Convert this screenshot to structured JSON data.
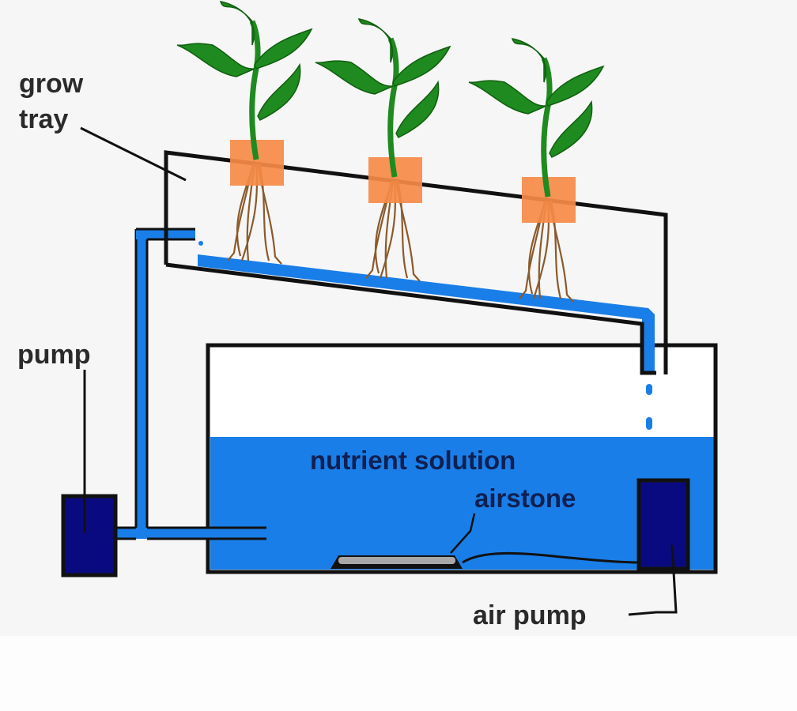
{
  "title": "Nutrient film technique hydroponic system",
  "labels": {
    "grow_tray": [
      "grow",
      "tray"
    ],
    "pump": "pump",
    "nutrient_solution": "nutrient solution",
    "airstone": "airstone",
    "air_pump": "air pump"
  },
  "plants": [
    {
      "name": "plant-1"
    },
    {
      "name": "plant-2"
    },
    {
      "name": "plant-3"
    }
  ],
  "colors": {
    "water": "#1a7ee8",
    "leaf": "#1f8a1f",
    "net_pot": "#f58a46",
    "root": "#8b5a2b",
    "pump": "#0a0a80",
    "outline": "#111111",
    "airstone": "#a8a8a8",
    "background": "#f6f6f6"
  }
}
